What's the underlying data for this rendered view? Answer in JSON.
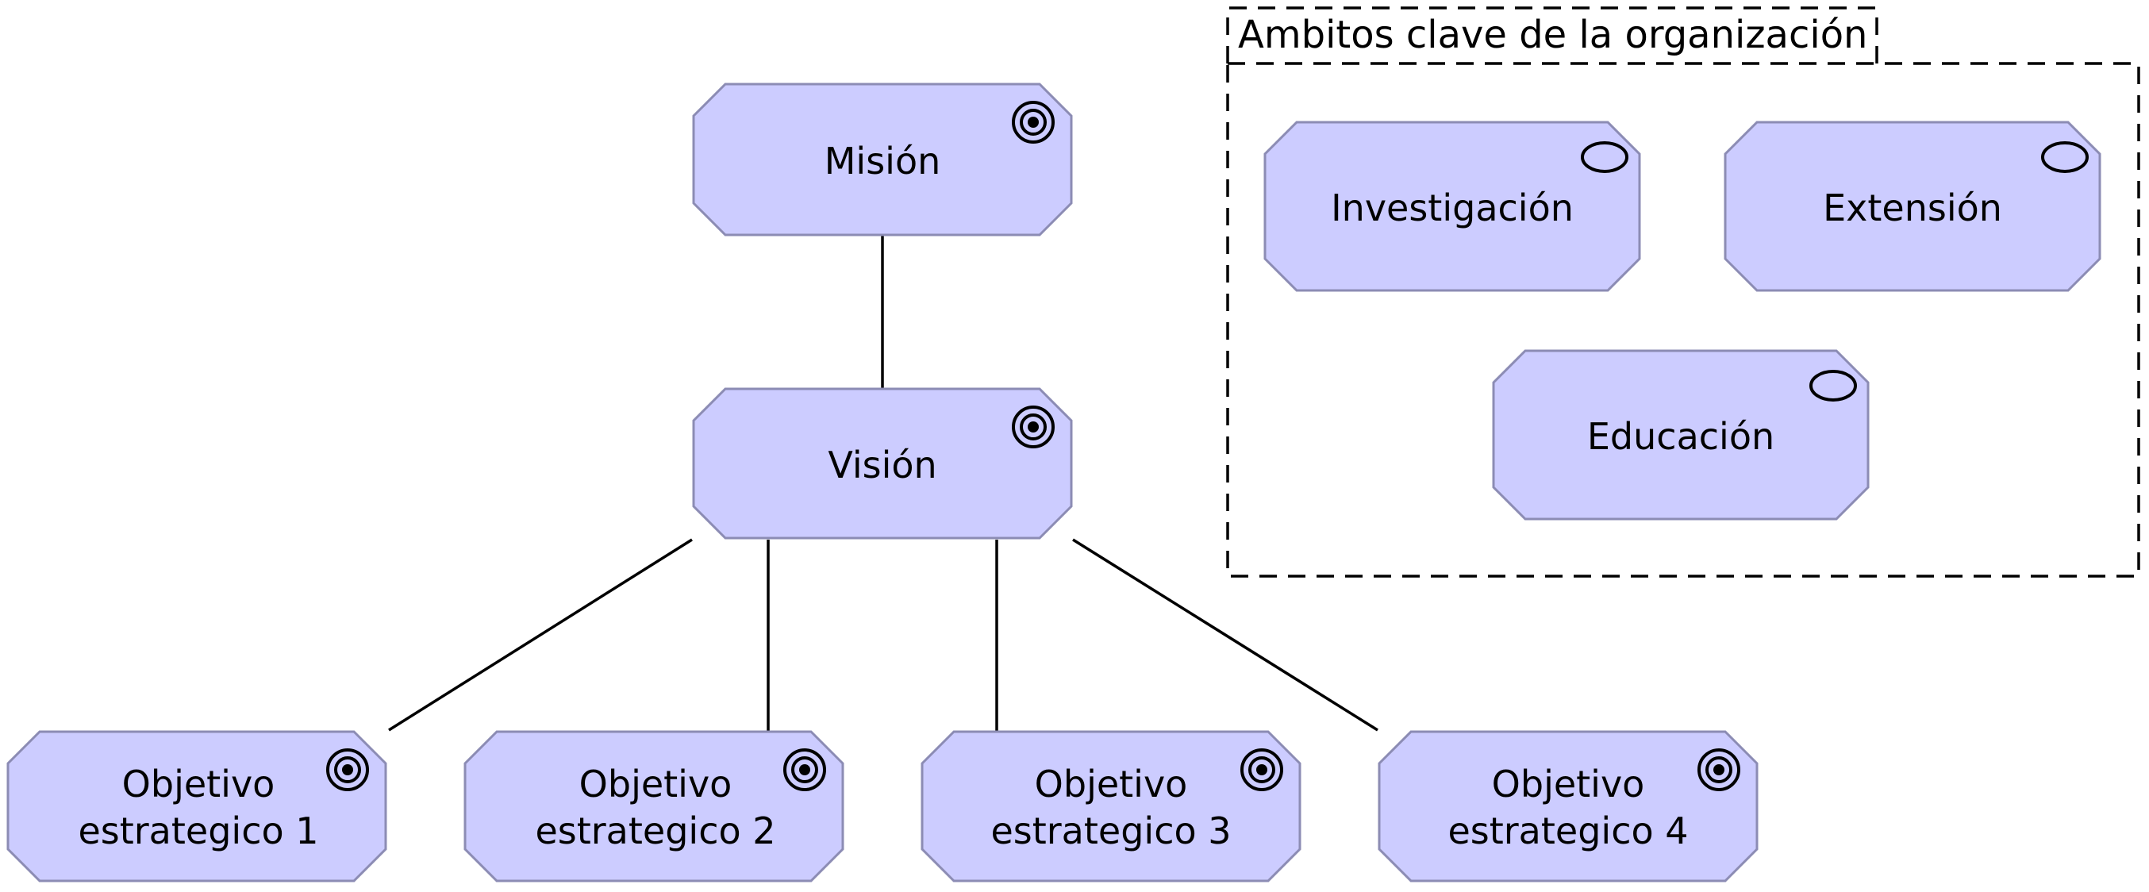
{
  "diagram": {
    "group": {
      "label": "Ambitos clave de la organización"
    },
    "goals": {
      "mision": {
        "label": "Misión",
        "icon": "goal-icon"
      },
      "vision": {
        "label": "Visión",
        "icon": "goal-icon"
      },
      "obj1": {
        "line1": "Objetivo",
        "line2": "estrategico 1",
        "icon": "goal-icon"
      },
      "obj2": {
        "line1": "Objetivo",
        "line2": "estrategico 2",
        "icon": "goal-icon"
      },
      "obj3": {
        "line1": "Objetivo",
        "line2": "estrategico 3",
        "icon": "goal-icon"
      },
      "obj4": {
        "line1": "Objetivo",
        "line2": "estrategico 4",
        "icon": "goal-icon"
      }
    },
    "services": {
      "investigacion": {
        "label": "Investigación",
        "icon": "service-icon"
      },
      "extension": {
        "label": "Extensión",
        "icon": "service-icon"
      },
      "educacion": {
        "label": "Educación",
        "icon": "service-icon"
      }
    },
    "colors": {
      "node_fill": "#ccccff",
      "node_stroke": "#8c8cb4",
      "line": "#000000"
    }
  }
}
